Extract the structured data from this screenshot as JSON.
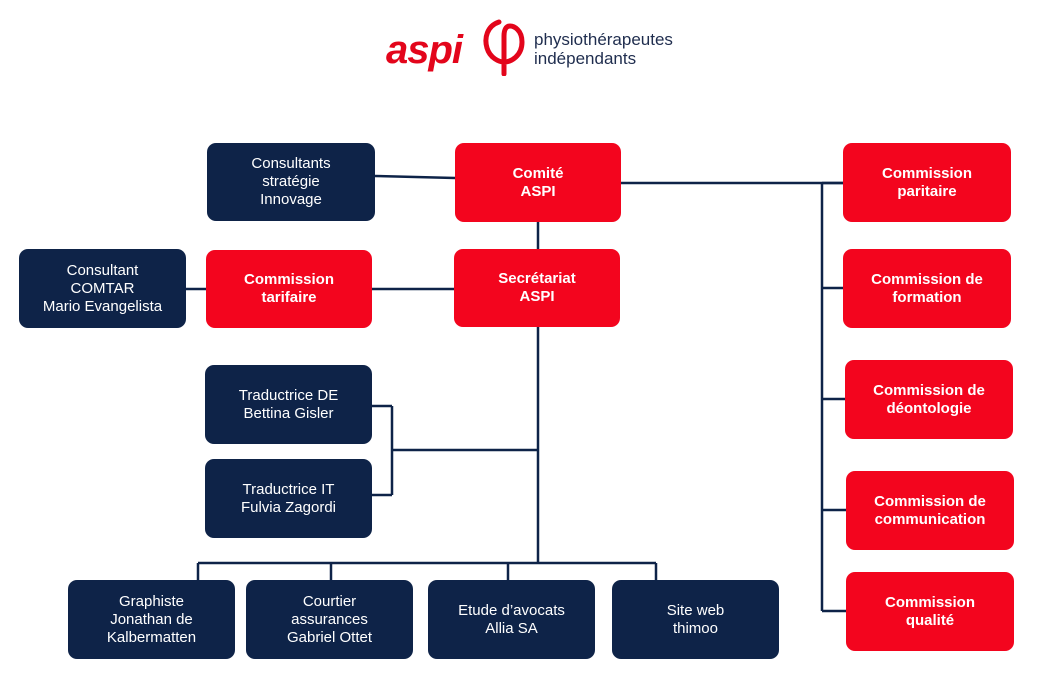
{
  "logo": {
    "brand": "aspi",
    "tagline_line1": "physiothérapeutes",
    "tagline_line2": "indépendants"
  },
  "colors": {
    "red": "#f3051e",
    "navy": "#0e2348",
    "connector": "#0e2348"
  },
  "nodes": {
    "comite": "Comité\nASPI",
    "secretariat": "Secrétariat\nASPI",
    "commission_tarifaire": "Commission\ntarifaire",
    "consultants_strategie": "Consultants\nstratégie\nInnovage",
    "consultant_comtar": "Consultant\nCOMTAR\nMario Evangelista",
    "traductrice_de": "Traductrice DE\nBettina Gisler",
    "traductrice_it": "Traductrice IT\nFulvia Zagordi",
    "graphiste": "Graphiste\nJonathan de\nKalbermatten",
    "courtier": "Courtier\nassurances\nGabriel Ottet",
    "avocats": "Etude d’avocats\nAllia SA",
    "site_web": "Site web\nthimoo",
    "commission_paritaire": "Commission\nparitaire",
    "commission_formation": "Commission de\nformation",
    "commission_deontologie": "Commission de\ndéontologie",
    "commission_communication": "Commission de\ncommunication",
    "commission_qualite": "Commission\nqualité"
  }
}
